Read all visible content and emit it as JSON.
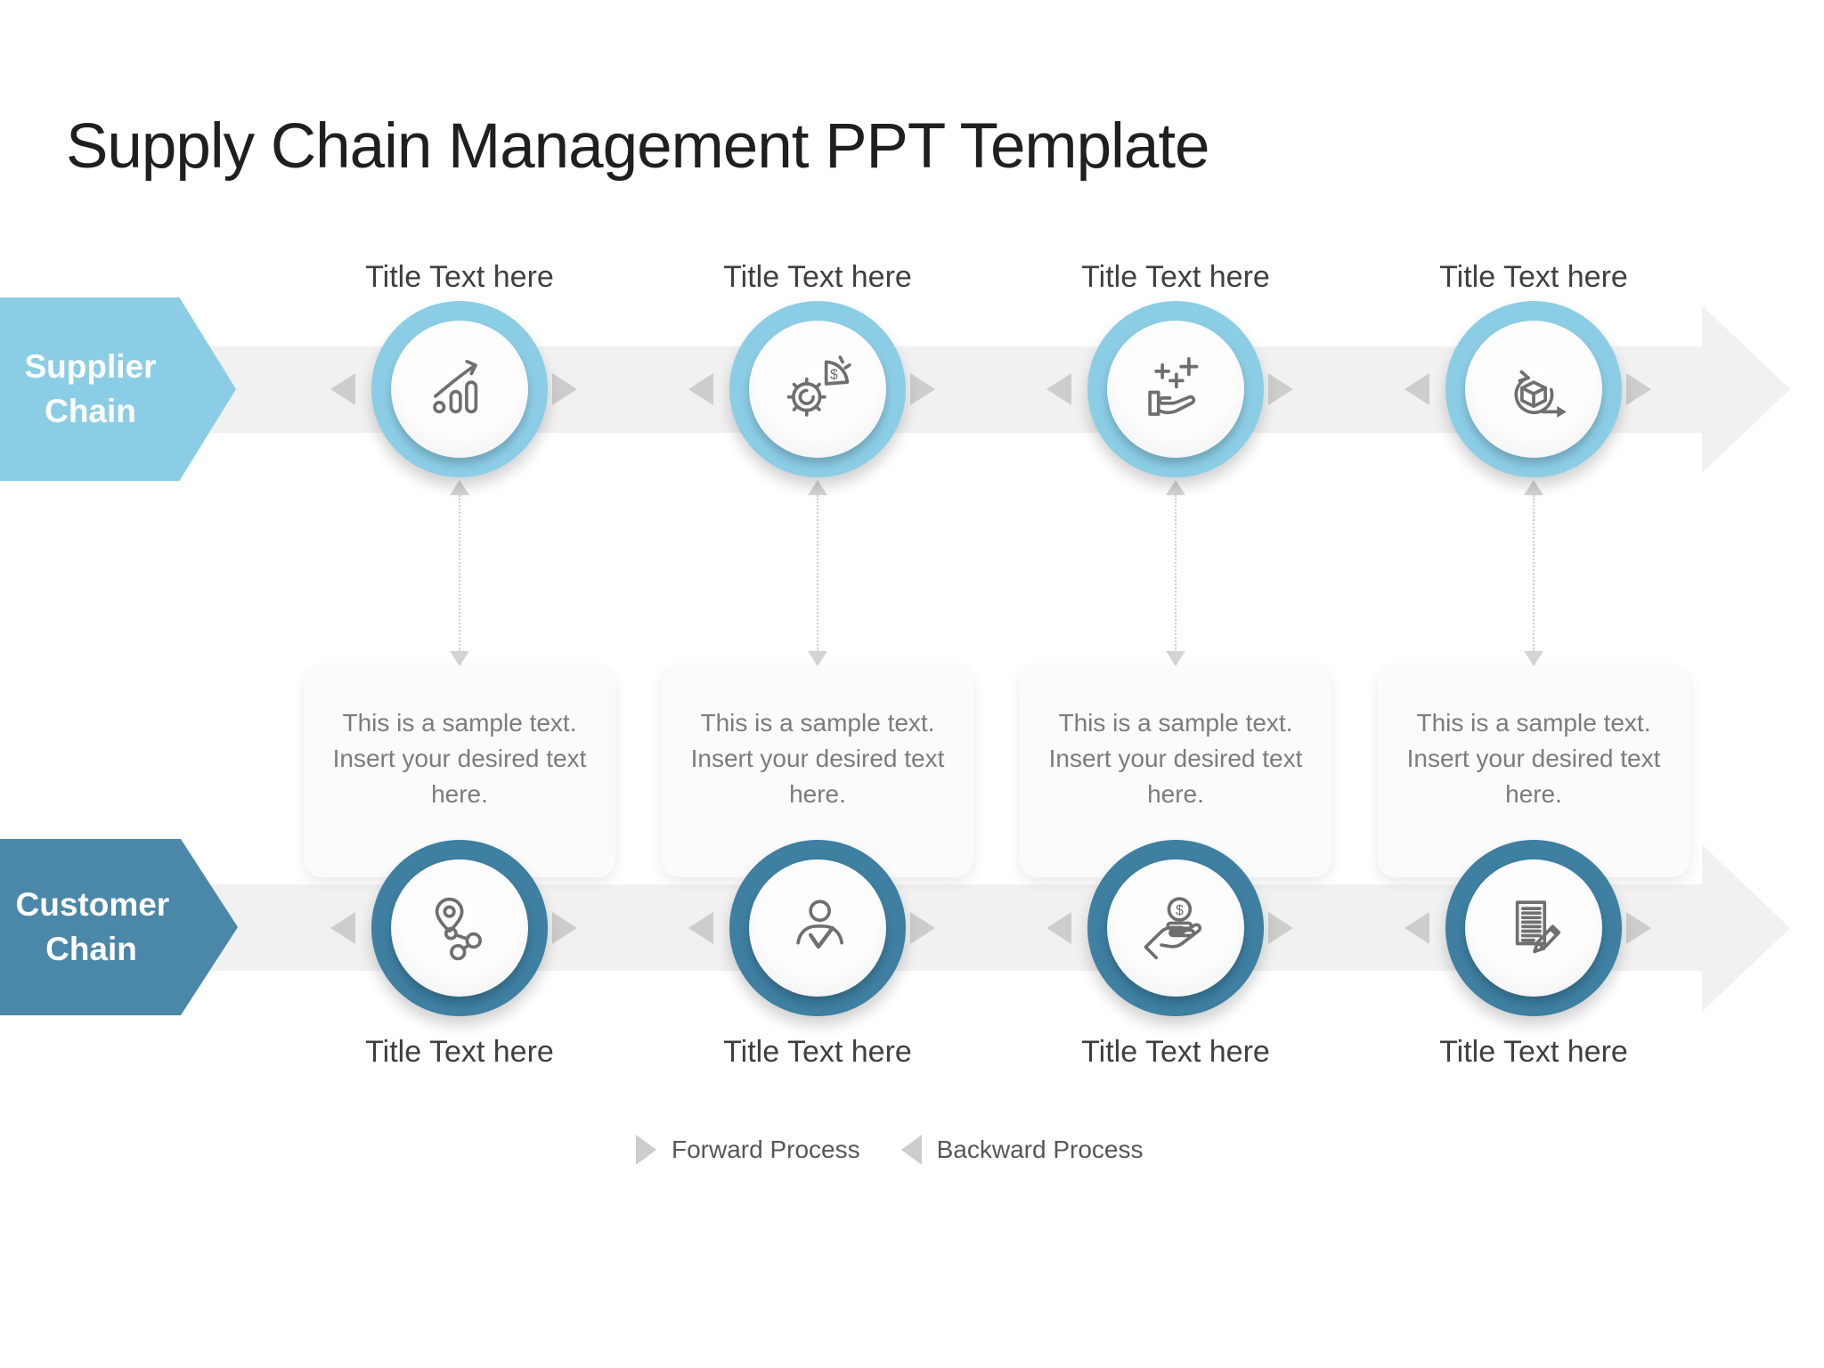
{
  "slide": {
    "title": "Supply Chain Management PPT Template"
  },
  "supplier_chain": {
    "label": "Supplier Chain",
    "steps": [
      {
        "title": "Title Text here",
        "icon": "growth-chart-icon"
      },
      {
        "title": "Title Text here",
        "icon": "gear-pie-dollar-icon"
      },
      {
        "title": "Title Text here",
        "icon": "hand-sparkles-icon"
      },
      {
        "title": "Title Text here",
        "icon": "agile-cube-icon"
      }
    ]
  },
  "customer_chain": {
    "label": "Customer Chain",
    "steps": [
      {
        "title": "Title Text here",
        "icon": "route-pin-icon"
      },
      {
        "title": "Title Text here",
        "icon": "person-check-icon"
      },
      {
        "title": "Title Text here",
        "icon": "hand-coin-icon"
      },
      {
        "title": "Title Text here",
        "icon": "document-pencil-icon"
      }
    ]
  },
  "cards": [
    {
      "text": "This is a sample text. Insert your desired text here."
    },
    {
      "text": "This is a sample text. Insert your desired text here."
    },
    {
      "text": "This is a sample text. Insert your desired text here."
    },
    {
      "text": "This is a sample text. Insert your desired text here."
    }
  ],
  "legend": {
    "forward_label": "Forward Process",
    "backward_label": "Backward Process"
  },
  "colors": {
    "supplier-blue": "#8CCDE6",
    "customer-blue": "#4A87A8",
    "customer-ring": "#3E7FA2",
    "band-gray": "#F1F1F1",
    "triangle-gray": "#CDCDCD",
    "icon-gray": "#6F6F6F",
    "card-text": "#7C7C7C",
    "title-dark": "#1F1F1F",
    "step-title": "#3F3F3F",
    "legend-text": "#575757"
  }
}
